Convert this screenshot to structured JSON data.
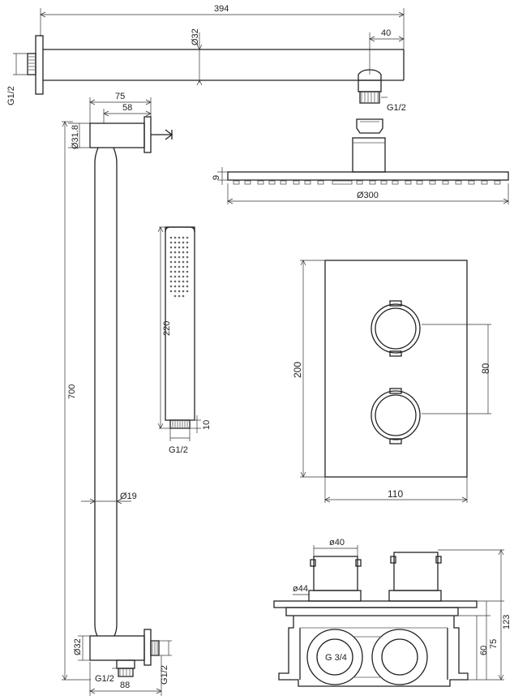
{
  "dimensions": {
    "arm_length": "394",
    "arm_diameter": "Ø32",
    "arm_end_offset": "40",
    "arm_thread": "G1/2",
    "arm_thread_2": "G1/2",
    "head_thickness": "9",
    "head_diameter": "Ø300",
    "bar_top_width": "75",
    "bar_top_width_inner": "58",
    "bar_top_diameter": "Ø31.8",
    "bar_length": "700",
    "bar_diameter": "Ø19",
    "bar_bottom_diameter": "Ø32",
    "bar_bottom_thread": "G1/2",
    "bar_bottom_width": "88",
    "bar_bottom_thread_right": "G1/2",
    "handshower_length": "220",
    "handshower_thread": "G1/2",
    "handshower_thread_len": "10",
    "plate_height": "200",
    "plate_width": "110",
    "knob_spacing": "80",
    "valve_knob_diameter": "ø40",
    "valve_flange_diameter": "ø44",
    "valve_total_depth": "123",
    "valve_body_depth": "75",
    "valve_body_inner_depth": "60",
    "valve_inlet": "G 3/4"
  },
  "colors": {
    "line": "#222222",
    "background": "#ffffff"
  }
}
